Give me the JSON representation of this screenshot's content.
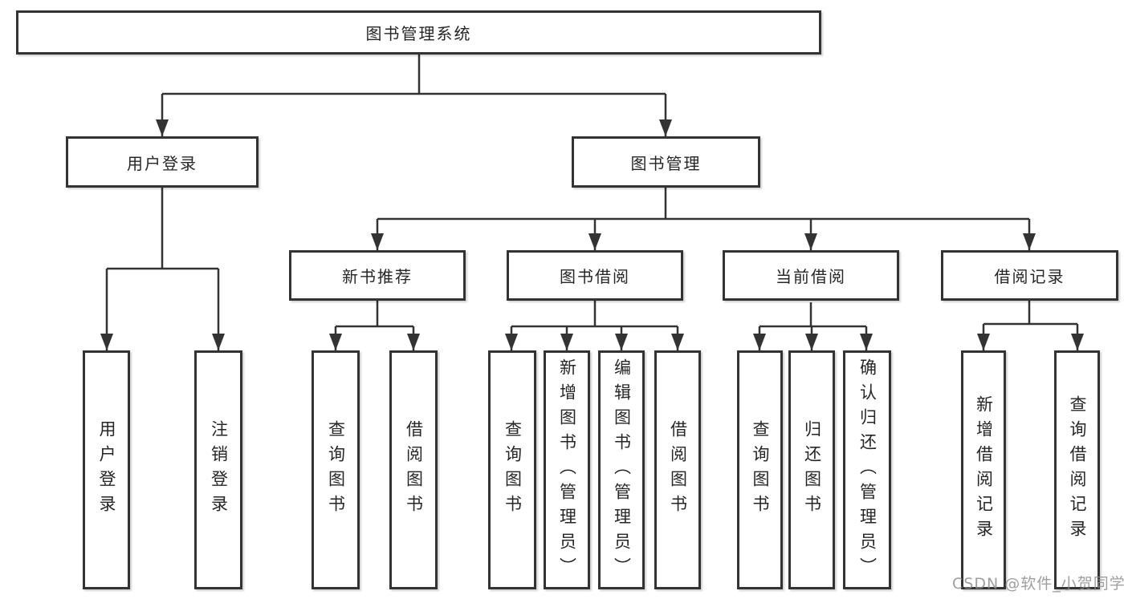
{
  "diagram_title": "图书管理系统",
  "tree": {
    "label": "图书管理系统",
    "children": [
      {
        "label": "用户登录",
        "children": [
          {
            "label": "用户登录"
          },
          {
            "label": "注销登录"
          }
        ]
      },
      {
        "label": "图书管理",
        "children": [
          {
            "label": "新书推荐",
            "children": [
              {
                "label": "查询图书"
              },
              {
                "label": "借阅图书"
              }
            ]
          },
          {
            "label": "图书借阅",
            "children": [
              {
                "label": "查询图书"
              },
              {
                "label": "新增图书（管理员）"
              },
              {
                "label": "编辑图书（管理员）"
              },
              {
                "label": "借阅图书"
              }
            ]
          },
          {
            "label": "当前借阅",
            "children": [
              {
                "label": "查询图书"
              },
              {
                "label": "归还图书"
              },
              {
                "label": "确认归还（管理员）"
              }
            ]
          },
          {
            "label": "借阅记录",
            "children": [
              {
                "label": "新增借阅记录"
              },
              {
                "label": "查询借阅记录"
              }
            ]
          }
        ]
      }
    ]
  },
  "watermark": "CSDN @软件_小贺同学",
  "colors": {
    "line": "#333333",
    "box_border": "#333333",
    "text": "#262626",
    "background": "#ffffff",
    "watermark": "#8f8f8f"
  }
}
